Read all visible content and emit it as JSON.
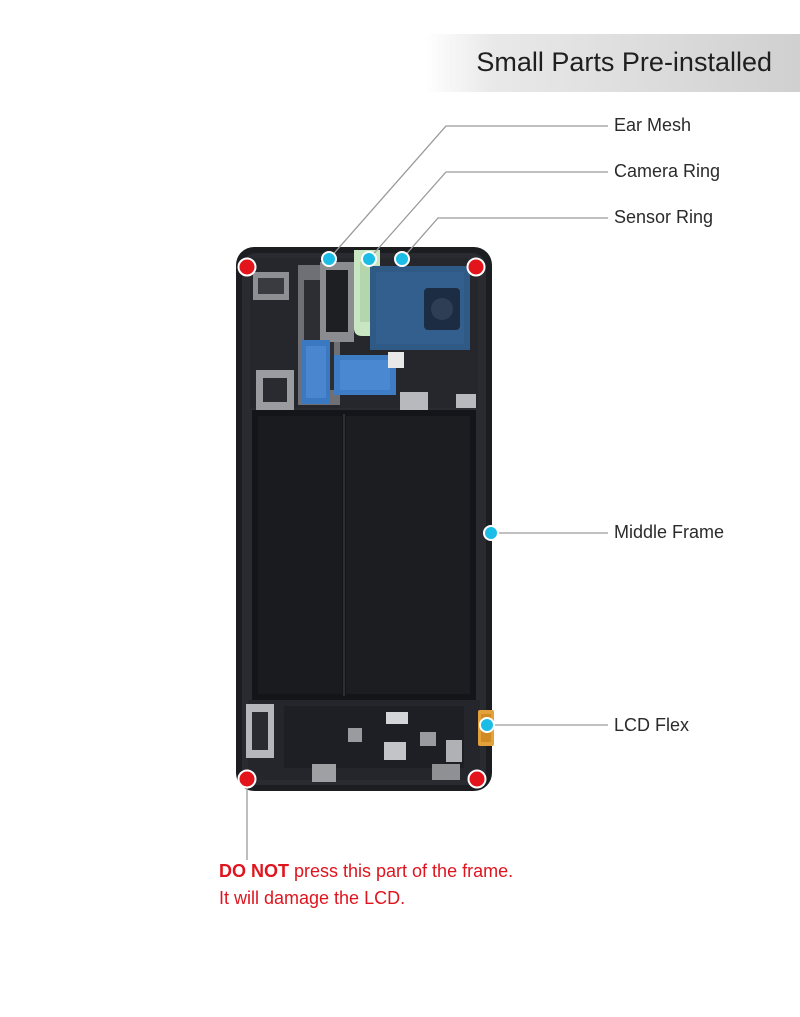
{
  "header": {
    "title": "Small Parts Pre-installed"
  },
  "callouts": {
    "ear_mesh": "Ear Mesh",
    "camera_ring": "Camera Ring",
    "sensor_ring": "Sensor Ring",
    "middle_frame": "Middle Frame",
    "lcd_flex": "LCD Flex"
  },
  "warning": {
    "emphasis": "DO NOT",
    "line1_rest": " press this part of the frame.",
    "line2": "It will damage the LCD."
  },
  "colors": {
    "callout_dot": "#1bbde6",
    "warning_dot": "#e3141c",
    "warning_text": "#e0141e",
    "leader_line": "#9a9a9a"
  }
}
